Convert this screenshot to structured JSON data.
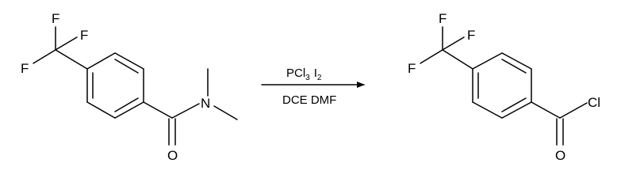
{
  "reactant": {
    "atoms": {
      "f_top": "F",
      "f_right": "F",
      "f_left": "F",
      "nitrogen": "N",
      "oxygen": "O"
    }
  },
  "reagents": {
    "above": {
      "p": "PCl",
      "p_sub": "3",
      "i": "I",
      "i_sub": "2"
    },
    "below": "DCE DMF"
  },
  "product": {
    "atoms": {
      "f_top": "F",
      "f_right": "F",
      "f_left": "F",
      "chlorine": "Cl",
      "oxygen": "O"
    }
  }
}
